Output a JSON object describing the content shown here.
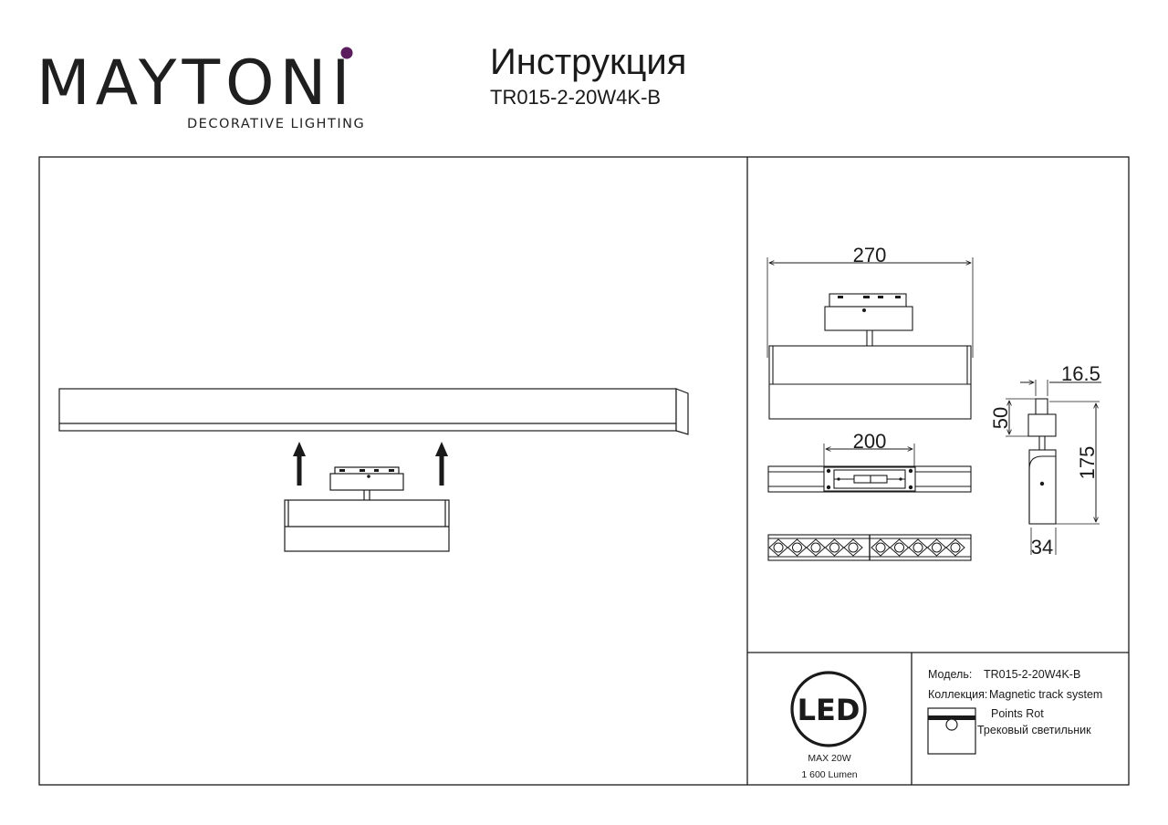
{
  "header": {
    "brand_name": "MAYTONI",
    "brand_tagline": "DECORATIVE LIGHTING",
    "document_title": "Инструкция",
    "model_code": "TR015-2-20W4K-B"
  },
  "dimensions": {
    "overall_length": "270",
    "mount_length": "200",
    "body_width": "16.5",
    "connector_height": "50",
    "total_height": "175",
    "body_depth": "34"
  },
  "specs": {
    "led_badge": "LED",
    "max_power": "MAX 20W",
    "luminous_flux": "1 600 Lumen"
  },
  "product_info": {
    "model_label": "Модель:",
    "model_value": "TR015-2-20W4K-B",
    "collection_label": "Коллекция:",
    "collection_value": "Magnetic track system",
    "series": "Points Rot",
    "type": "Трековый светильник"
  },
  "colors": {
    "line": "#1a1a1a",
    "logo_accent": "#5b1d5e"
  },
  "icons": {
    "install_arrow": "arrow-up-icon",
    "led_badge": "led-circle-icon",
    "fixture_type": "track-light-icon"
  }
}
